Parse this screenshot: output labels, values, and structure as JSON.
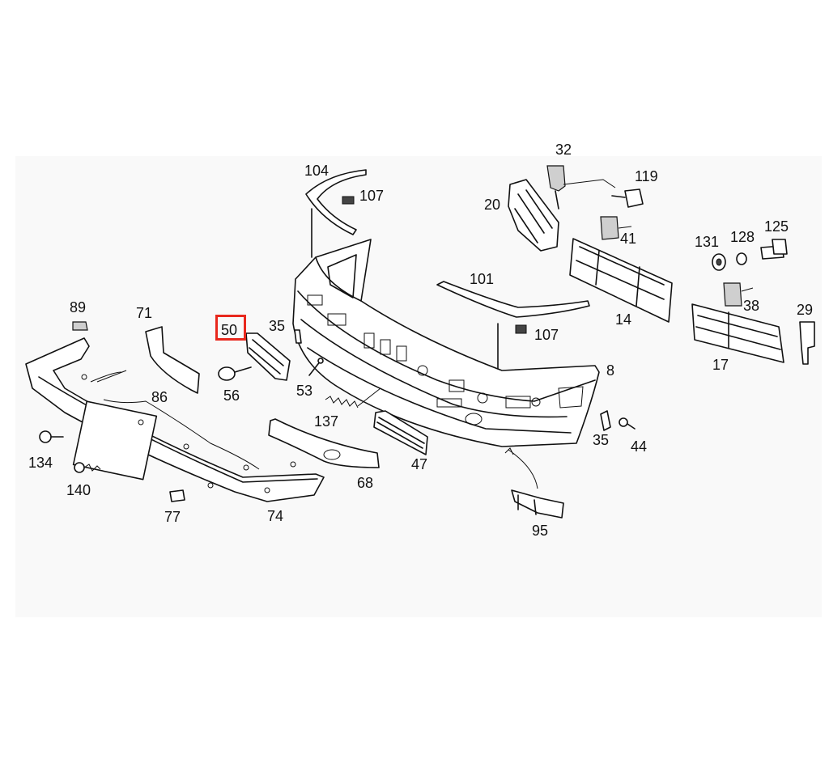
{
  "diagram": {
    "highlight_color": "#e8281d",
    "highlighted_part": "50",
    "labels": {
      "p32": "32",
      "p119": "119",
      "p104": "104",
      "p107a": "107",
      "p20": "20",
      "p41": "41",
      "p131": "131",
      "p128": "128",
      "p125": "125",
      "p101": "101",
      "p38": "38",
      "p29": "29",
      "p89": "89",
      "p71": "71",
      "p50": "50",
      "p35a": "35",
      "p107b": "107",
      "p14": "14",
      "p17": "17",
      "p8": "8",
      "p56": "56",
      "p86": "86",
      "p53": "53",
      "p137": "137",
      "p35b": "35",
      "p44": "44",
      "p134": "134",
      "p47": "47",
      "p140": "140",
      "p68": "68",
      "p77": "77",
      "p74": "74",
      "p95": "95"
    }
  }
}
